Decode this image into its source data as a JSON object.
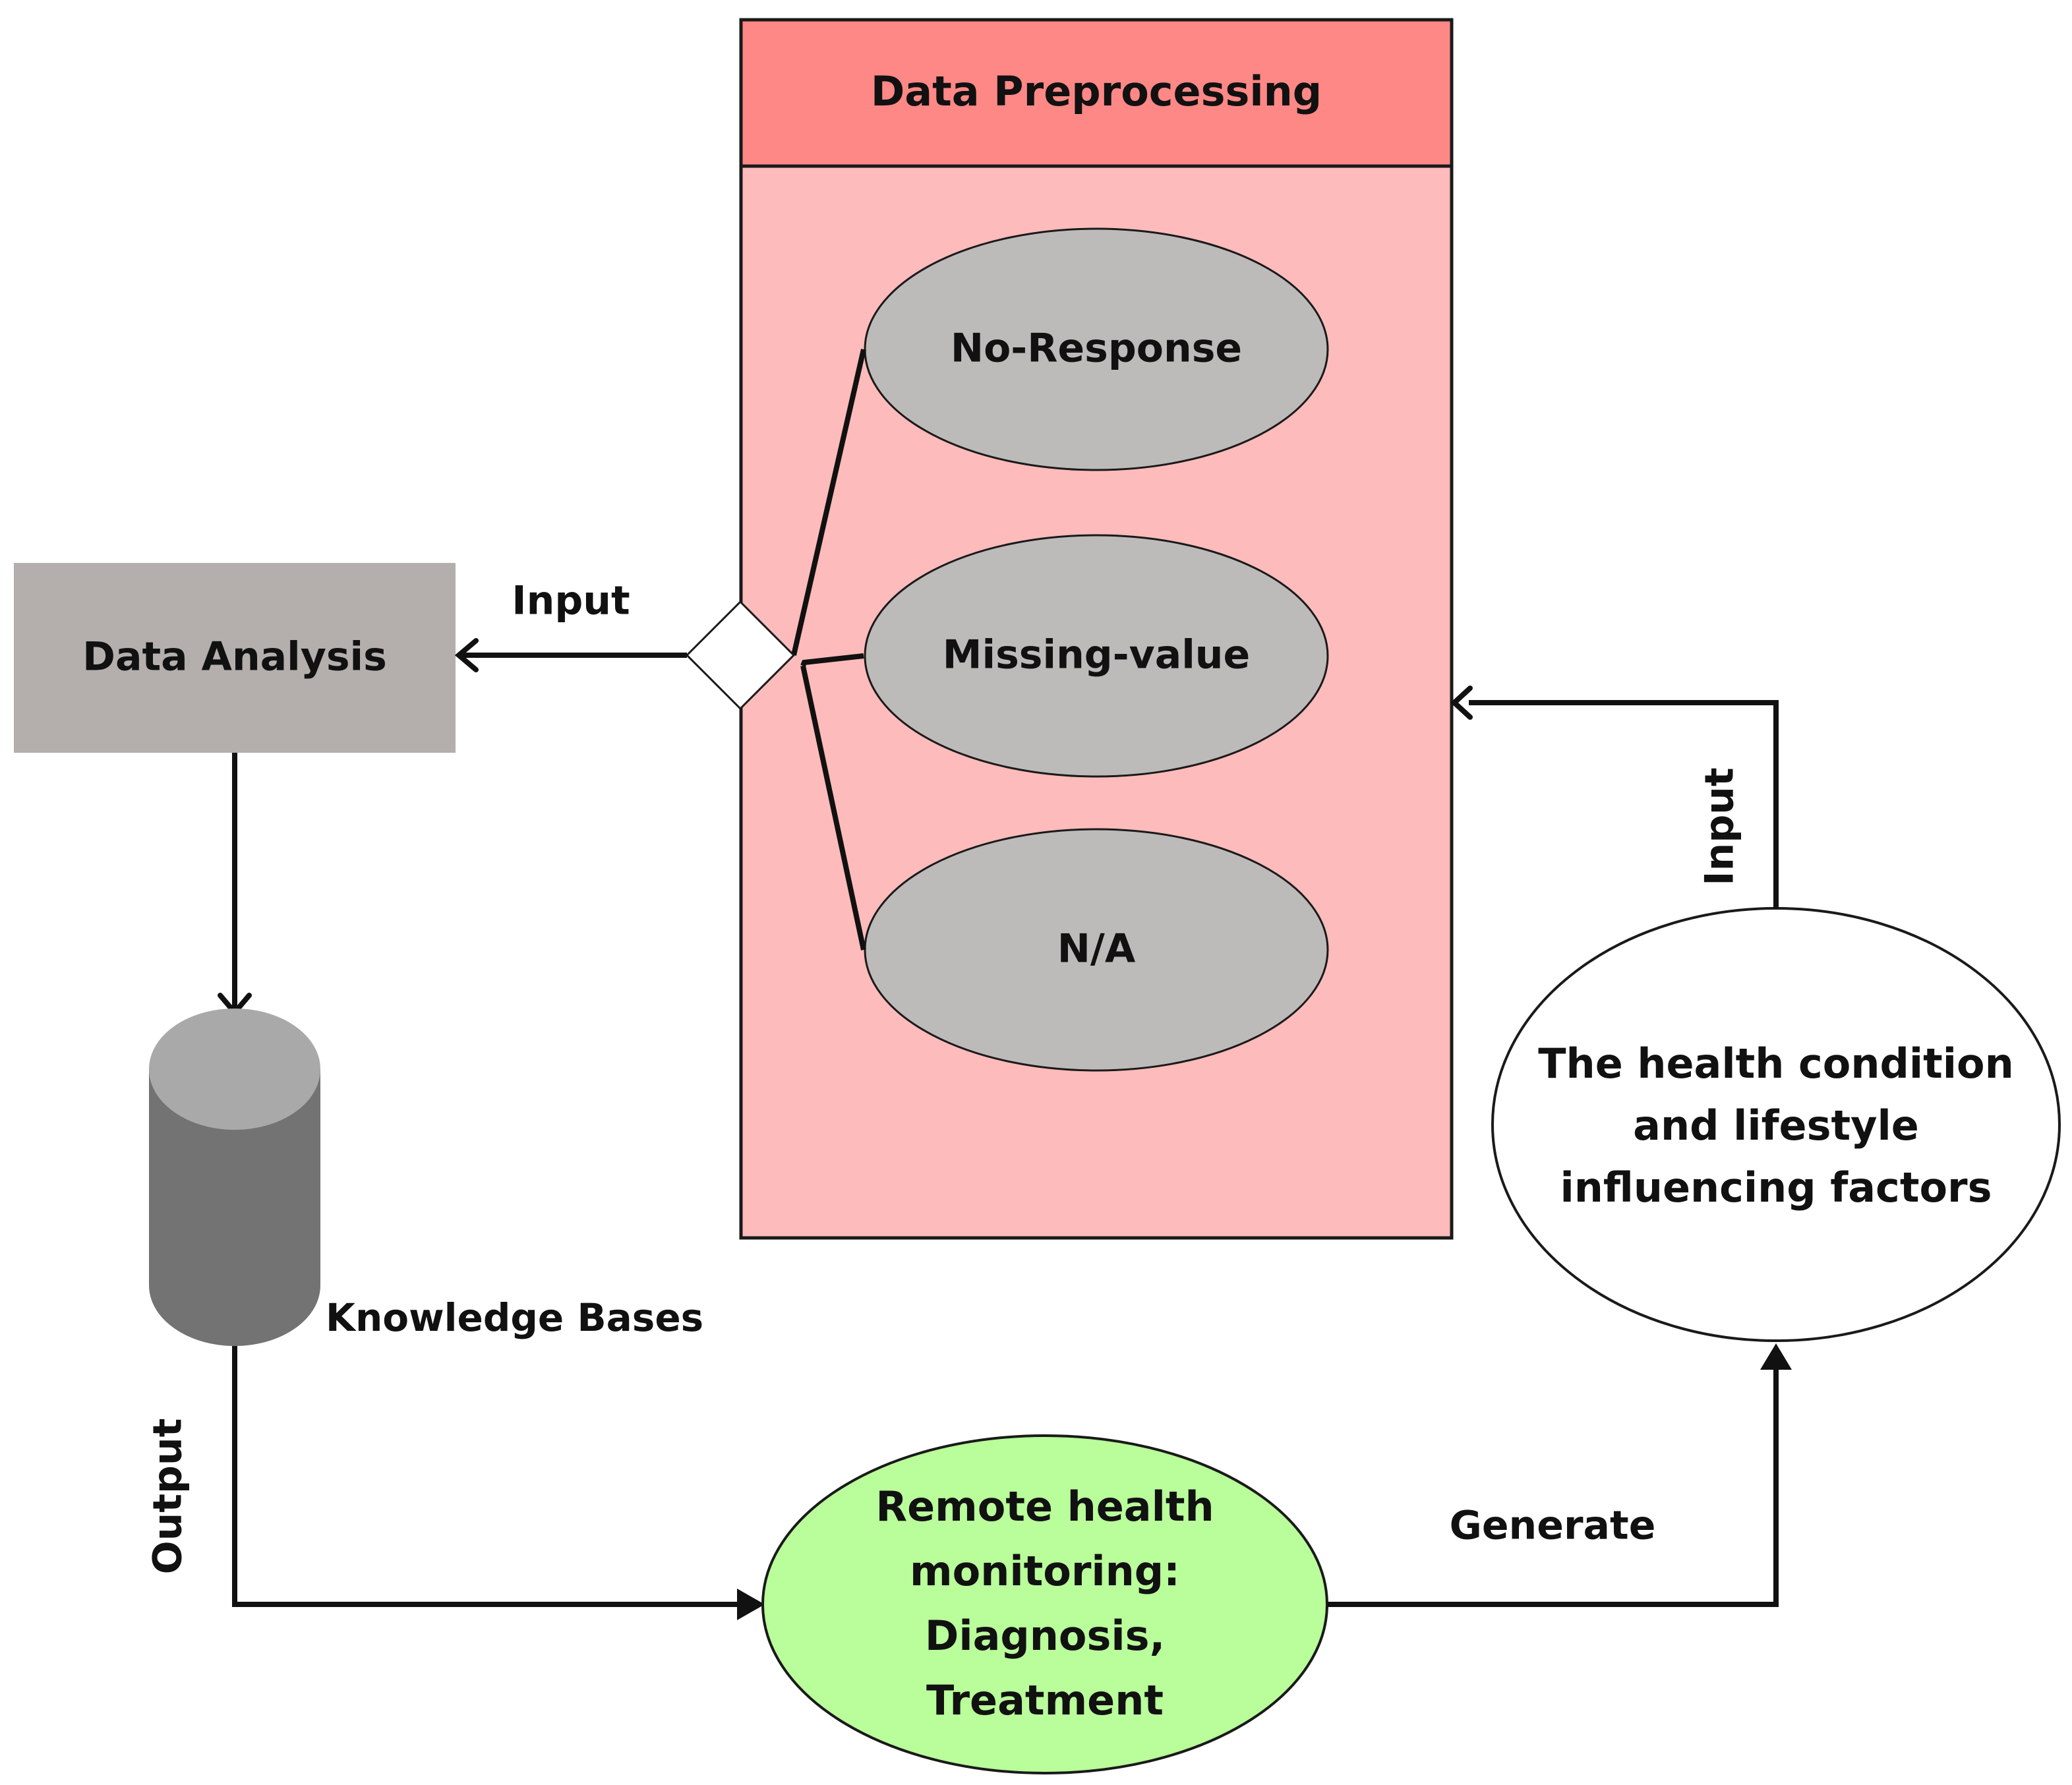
{
  "diagram": {
    "preprocessing": {
      "title": "Data Preprocessing",
      "items": [
        "No-Response",
        "Missing-value",
        "N/A"
      ],
      "header_color": "#FE8886",
      "body_color": "#FEBBBB",
      "item_color": "#BDBBBA"
    },
    "analysis": {
      "label": "Data Analysis",
      "color": "#B4AFAC"
    },
    "knowledge_base": {
      "label": "Knowledge Bases"
    },
    "monitoring": {
      "lines": [
        "Remote health",
        "monitoring:",
        "Diagnosis,",
        "Treatment"
      ],
      "color": "#B9FE9A"
    },
    "factors": {
      "lines": [
        "The health condition",
        "and lifestyle",
        "influencing factors"
      ]
    },
    "edges": {
      "input_left": "Input",
      "input_right": "Input",
      "output": "Output",
      "generate": "Generate"
    }
  }
}
